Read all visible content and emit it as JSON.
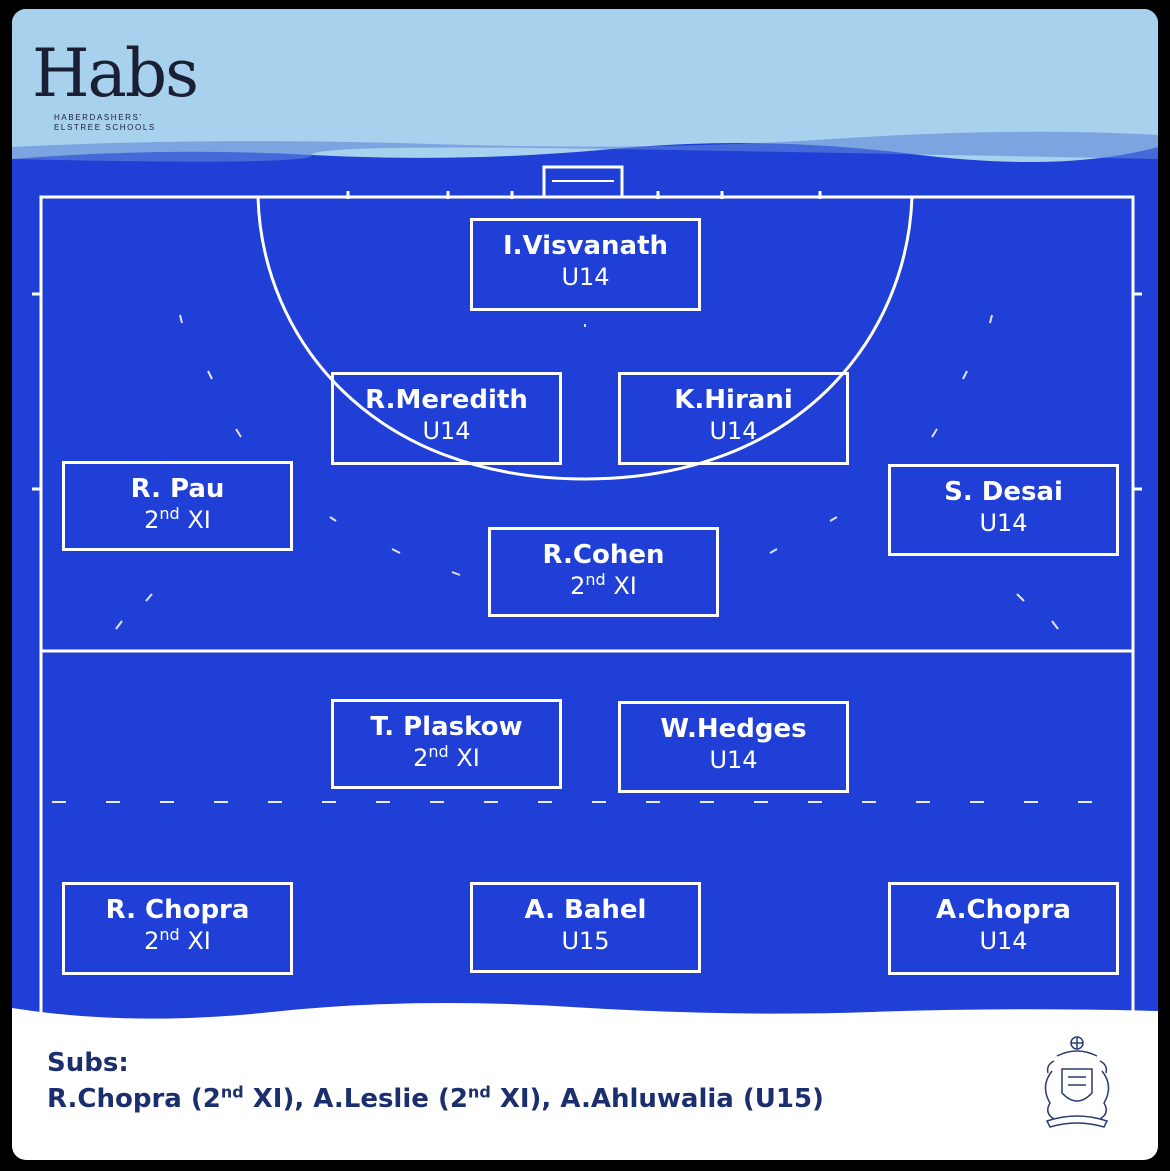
{
  "brand": {
    "logo_word": "Habs",
    "logo_line1": "HABERDASHERS'",
    "logo_line2": "ELSTREE SCHOOLS"
  },
  "colors": {
    "top_band": "#a8d1ee",
    "pitch": "#1f3fd6",
    "lines": "#ffffff",
    "subs_text": "#1b2f6e"
  },
  "players": [
    {
      "name": "I.Visvanath",
      "team": "U14",
      "sup": ""
    },
    {
      "name": "R.Meredith",
      "team": "U14",
      "sup": ""
    },
    {
      "name": "K.Hirani",
      "team": "U14",
      "sup": ""
    },
    {
      "name": "R. Pau",
      "team": "2",
      "sup": "nd",
      "team_after": " XI"
    },
    {
      "name": "S. Desai",
      "team": "U14",
      "sup": ""
    },
    {
      "name": "R.Cohen",
      "team": "2",
      "sup": "nd",
      "team_after": " XI"
    },
    {
      "name": "T. Plaskow",
      "team": "2",
      "sup": "nd",
      "team_after": " XI"
    },
    {
      "name": "W.Hedges",
      "team": "U14",
      "sup": ""
    },
    {
      "name": "R. Chopra",
      "team": "2",
      "sup": "nd",
      "team_after": " XI"
    },
    {
      "name": "A. Bahel",
      "team": "U15",
      "sup": ""
    },
    {
      "name": "A.Chopra",
      "team": "U14",
      "sup": ""
    }
  ],
  "subs": {
    "heading": "Subs:",
    "part1": "R.Chopra (2",
    "sup1": "nd",
    "part2": " XI), A.Leslie (2",
    "sup2": "nd",
    "part3": " XI), A.Ahluwalia (U15)"
  }
}
